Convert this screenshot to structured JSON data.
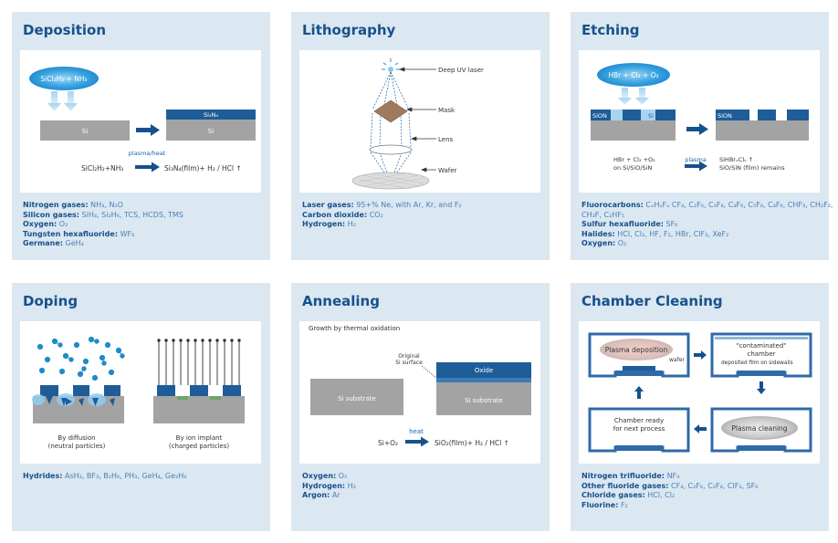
{
  "panels": [
    {
      "title": "Deposition",
      "diagram": {
        "bubble": "SiCl₂H₂ + NH₃",
        "si_left": "Si",
        "film": "Si₃N₄",
        "si_right": "Si",
        "condition": "plasma/heat",
        "reactants": "SiCl₂H₂+NH₃",
        "products": "Si₃N₄(film)+ H₂ / HCl ↑"
      },
      "gases": [
        {
          "label": "Nitrogen gases:",
          "value": "NH₃, N₂O"
        },
        {
          "label": "Silicon gases:",
          "value": "SiH₄, Si₂H₆, TCS, HCDS, TMS"
        },
        {
          "label": "Oxygen:",
          "value": "O₂"
        },
        {
          "label": "Tungsten hexafluoride:",
          "value": "WF₆"
        },
        {
          "label": "Germane:",
          "value": "GeH₄"
        }
      ]
    },
    {
      "title": "Lithography",
      "diagram": {
        "deep_uv": "Deep UV laser",
        "mask": "Mask",
        "lens": "Lens",
        "wafer": "Wafer"
      },
      "gases": [
        {
          "label": "Laser gases:",
          "value": "95+% Ne, with Ar, Kr, and F₂"
        },
        {
          "label": "Carbon dioxide:",
          "value": "CO₂"
        },
        {
          "label": "Hydrogen:",
          "value": "H₂"
        }
      ]
    },
    {
      "title": "Etching",
      "diagram": {
        "bubble": "HBr + Cl₂ + O₂",
        "sion_left": "SiON",
        "si_mid": "Si",
        "sion_right": "SiON",
        "reactants_1": "HBr + Cl₂ +O₂",
        "reactants_2": "on Si/SiO/SiN",
        "condition": "plasma",
        "products_1": "SiHBrₓClᵧ ↑",
        "products_2": "SiO/SiN (film) remains"
      },
      "gases": [
        {
          "label": "Fluorocarbons:",
          "value": "CₓHᵧFᵤ CF₄, C₂F₆, C₃F₈, C₄F₆, C₅F₈, C₄F₈, CHF₃, CH₂F₂,"
        },
        {
          "label": "",
          "value": "CH₃F, C₂HF₅"
        },
        {
          "label": "Sulfur hexafluoride:",
          "value": "SF₆"
        },
        {
          "label": "Halides:",
          "value": "HCl, Cl₂, HF, F₂, HBr, ClF₃, XeF₂"
        },
        {
          "label": "Oxygen:",
          "value": "O₂"
        }
      ]
    },
    {
      "title": "Doping",
      "diagram": {
        "left_caption_1": "By diffusion",
        "left_caption_2": "(neutral particles)",
        "right_caption_1": "By ion implant",
        "right_caption_2": "(charged particles)"
      },
      "gases": [
        {
          "label": "Hydrides:",
          "value": "AsH₃, BF₃, B₂H₆, PH₃, GeH₄, Ge₂H₆"
        }
      ]
    },
    {
      "title": "Annealing",
      "diagram": {
        "heading": "Growth by thermal oxidation",
        "original_1": "Original",
        "original_2": "Si surface",
        "oxide": "Oxide",
        "si_left": "Si substrate",
        "si_right": "Si substrate",
        "condition": "heat",
        "reactants": "Si+O₂",
        "products": "SiO₂(film)+ H₂ / HCl ↑"
      },
      "gases": [
        {
          "label": "Oxygen:",
          "value": "O₂"
        },
        {
          "label": "Hydrogen:",
          "value": "H₂"
        },
        {
          "label": "Argon:",
          "value": "Ar"
        }
      ]
    },
    {
      "title": "Chamber Cleaning",
      "diagram": {
        "plasma_dep": "Plasma deposition",
        "wafer": "wafer",
        "contaminated_1": "\"contaminated\"",
        "contaminated_2": "chamber",
        "deposited": "deposited film on sidewalls",
        "ready_1": "Chamber ready",
        "ready_2": "for next process",
        "plasma_clean": "Plasma cleaning"
      },
      "gases": [
        {
          "label": "Nitrogen trifluoride:",
          "value": "NF₃"
        },
        {
          "label": "Other fluoride gases:",
          "value": "CF₄, C₂F₆, C₃F₈, ClF₃, SF₆"
        },
        {
          "label": "Chloride gases:",
          "value": "HCl, Cl₂"
        },
        {
          "label": "Fluorine:",
          "value": "F₂"
        }
      ]
    }
  ]
}
